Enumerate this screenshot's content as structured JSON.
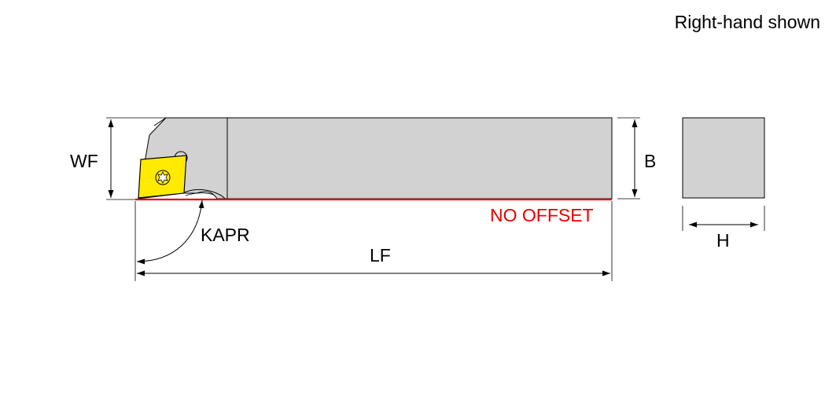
{
  "note": "Right-hand shown",
  "labels": {
    "wf": "WF",
    "b": "B",
    "kapr": "KAPR",
    "lf": "LF",
    "h": "H",
    "no_offset": "NO OFFSET"
  },
  "colors": {
    "body_fill": "#d2d2d2",
    "insert_fill": "#ffea00",
    "offset_line": "#e60000",
    "line": "#000000"
  }
}
